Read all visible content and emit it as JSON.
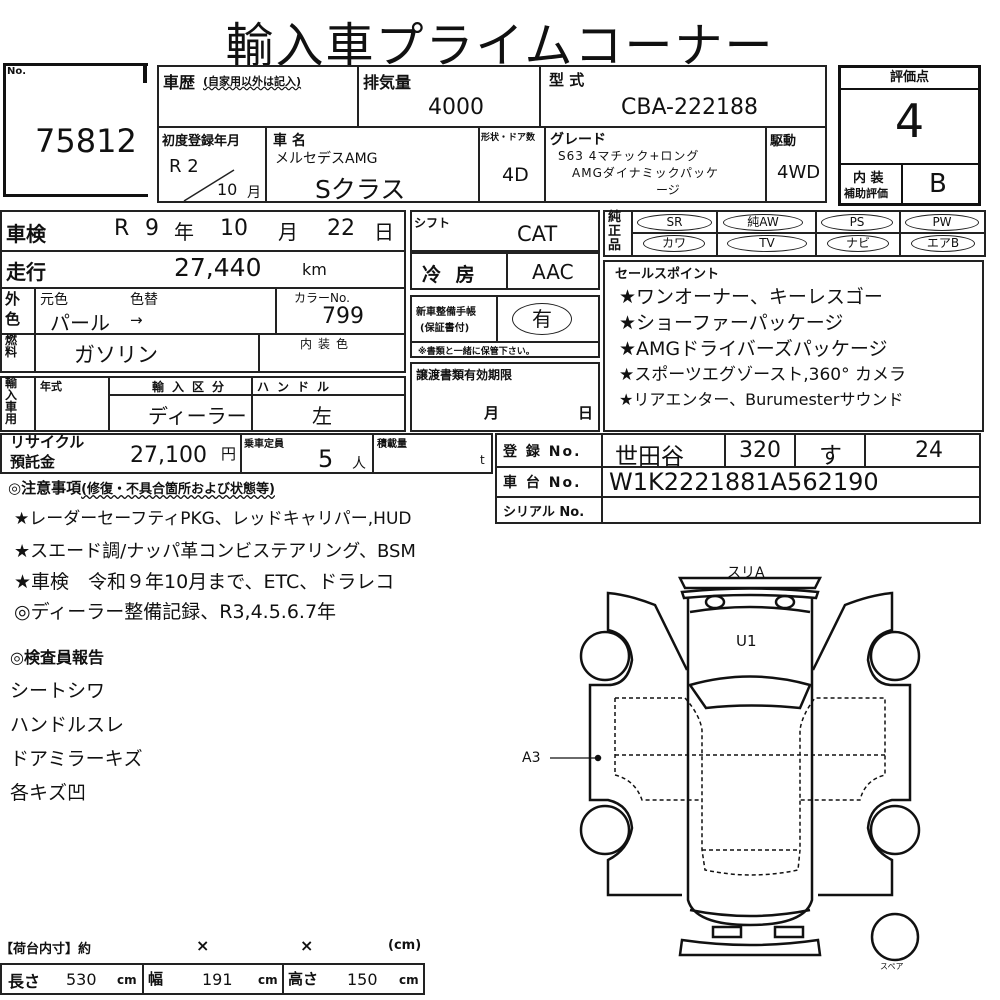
{
  "title": "輸入車プライムコーナー",
  "lot": {
    "label": "No.",
    "number": "75812"
  },
  "history": {
    "label": "車歴",
    "sub": "(自家用以外は記入)",
    "value": ""
  },
  "displacement": {
    "label": "排気量",
    "value": "4000"
  },
  "model_code": {
    "label": "型 式",
    "value": "CBA-222188"
  },
  "first_reg": {
    "label": "初度登録年月",
    "year": "R 2",
    "month": "10",
    "month_unit": "月"
  },
  "car_name": {
    "label": "車 名",
    "maker": "メルセデスAMG",
    "model": "Sクラス"
  },
  "body": {
    "label": "形状・ドア数",
    "value": "4D"
  },
  "grade": {
    "label": "グレード",
    "line1": "S63 4マチック+ロング",
    "line2": "AMGダイナミックパッケ",
    "line3": "ージ"
  },
  "drive": {
    "label": "駆動",
    "value": "4WD"
  },
  "score": {
    "label": "評価点",
    "value": "4",
    "interior_label1": "内 装",
    "interior_label2": "補助評価",
    "interior": "B"
  },
  "inspection": {
    "label": "車検",
    "era": "R",
    "year": "9",
    "year_unit": "年",
    "month": "10",
    "month_unit": "月",
    "day": "22",
    "day_unit": "日"
  },
  "mileage": {
    "label": "走行",
    "value": "27,440",
    "unit": "km"
  },
  "color": {
    "side_label": "外色",
    "orig_label": "元色",
    "change_label": "色替",
    "orig": "パール",
    "arrow": "→",
    "no_label": "カラーNo.",
    "no": "799"
  },
  "fuel": {
    "side_label": "燃料",
    "value": "ガソリン",
    "interior_color_label": "内装色"
  },
  "import": {
    "side_label": "輸入車用",
    "year_label": "年式",
    "type_label": "輸入区分",
    "type": "ディーラー",
    "handle_label": "ハンドル",
    "handle": "左"
  },
  "shift": {
    "label": "シフト",
    "value": "CAT"
  },
  "ac": {
    "label": "冷 房",
    "value": "AAC"
  },
  "manual": {
    "label1": "新車整備手帳",
    "label2": "(保証書付)",
    "value": "有",
    "note": "※書類と一緒に保管下さい。"
  },
  "transfer": {
    "label": "譲渡書類有効期限",
    "month": "月",
    "day": "日"
  },
  "genuine": {
    "label": "純正品",
    "options": [
      "SR",
      "純AW",
      "PS",
      "PW",
      "カワ",
      "TV",
      "ナビ",
      "エアB"
    ]
  },
  "sales_points": {
    "label": "セールスポイント",
    "items": [
      "★ワンオーナー、キーレスゴー",
      "★ショーファーパッケージ",
      "★AMGドライバーズパッケージ",
      "★スポーツエグゾースト,360° カメラ",
      "★リアエンター、Burumesterサウンド"
    ]
  },
  "recycle": {
    "label1": "リサイクル",
    "label2": "預託金",
    "value": "27,100",
    "unit": "円"
  },
  "capacity": {
    "label": "乗車定員",
    "value": "5",
    "unit": "人"
  },
  "load": {
    "label": "積載量",
    "unit": "t"
  },
  "registration": {
    "label": "登 録 No.",
    "area": "世田谷",
    "class": "320",
    "kana": "す",
    "number": "24"
  },
  "chassis": {
    "label": "車 台 No.",
    "value": "W1K2221881A562190"
  },
  "serial": {
    "label": "シリアル No.",
    "value": ""
  },
  "notes": {
    "heading": "◎注意事項",
    "sub": "(修復・不具合箇所および状態等)",
    "items": [
      "★レーダーセーフティPKG、レッドキャリパー,HUD",
      "★スエード調/ナッパ革コンビステアリング、BSM",
      "★車検　令和９年10月まで、ETC、ドラレコ",
      "◎ディーラー整備記録、R3,4.5.6.7年"
    ]
  },
  "report": {
    "heading": "◎検査員報告",
    "items": [
      "シートシワ",
      "ハンドルスレ",
      "ドアミラーキズ",
      "各キズ凹"
    ]
  },
  "diagram": {
    "marks": {
      "rear": "スリA",
      "roof": "U1",
      "side": "A3"
    },
    "spare": "スペア"
  },
  "cargo": {
    "label": "【荷台内寸】約",
    "x1": "×",
    "x2": "×",
    "unit": "(cm)",
    "length_label": "長さ",
    "length": "530",
    "width_label": "幅",
    "width": "191",
    "height_label": "高さ",
    "height": "150",
    "cm": "cm"
  }
}
